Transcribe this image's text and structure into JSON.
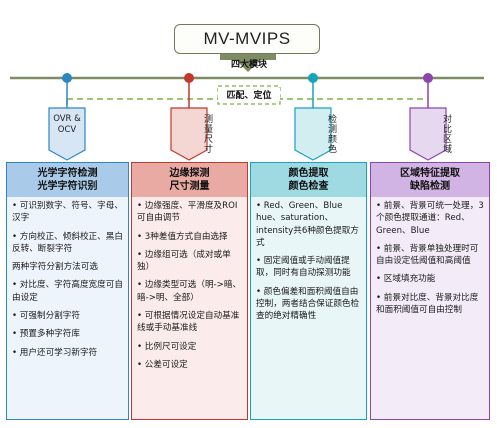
{
  "title": "MV-MVIPS",
  "subtitle": "四大模块",
  "dashed_label": "匹配、定位",
  "colors": {
    "blue": "#2e86c1",
    "red": "#c0392b",
    "teal": "#16a5b8",
    "purple": "#8e44ad",
    "green_dash": "#7cb342"
  },
  "modules": [
    {
      "tag": "OVR & OCV",
      "head": [
        "光学字符检测",
        "光学字符识别"
      ],
      "items": [
        "• 可识别数字、符号、字母、汉字",
        "• 方向校正、倾斜校正、黑白反转、断裂字符",
        "两种字符分割方法可选",
        "• 对比度、字符高度宽度可自由设定",
        "• 可强制分割字符",
        "• 预置多种字符库",
        "• 用户还可学习新字符"
      ]
    },
    {
      "tag": "测量尺寸",
      "head": [
        "边缘探测",
        "尺寸测量"
      ],
      "items": [
        "• 边缘强度、平滑度及ROI可自由调节",
        "• 3种差值方式自由选择",
        "• 边缘组可选（成对或单独）",
        "• 边缘类型可选（明->暗、暗->明、全部）",
        "• 可根据情况设定自动基准线或手动基准线",
        "• 比例尺可设定",
        "• 公差可设定"
      ]
    },
    {
      "tag": "检测颜色",
      "head": [
        "颜色提取",
        "颜色检查"
      ],
      "items": [
        "• Red、Green、Blue hue、saturation、intensity共6种颜色提取方式",
        "• 固定阈值或手动阈值提取，同时有自动探测功能",
        "• 颜色偏差和面积阈值自由控制，两者结合保证颜色检查的绝对精确性"
      ]
    },
    {
      "tag": "对比区域",
      "head": [
        "区域特征提取",
        "缺陷检测"
      ],
      "items": [
        "• 前景、背景可统一处理，3个颜色提取通道：Red、Green、Blue",
        "• 前景、背景单独处理时可自由设定低阈值和高阈值",
        "• 区域填充功能",
        "• 前景对比度、背景对比度和面积阈值可自由控制"
      ]
    }
  ]
}
